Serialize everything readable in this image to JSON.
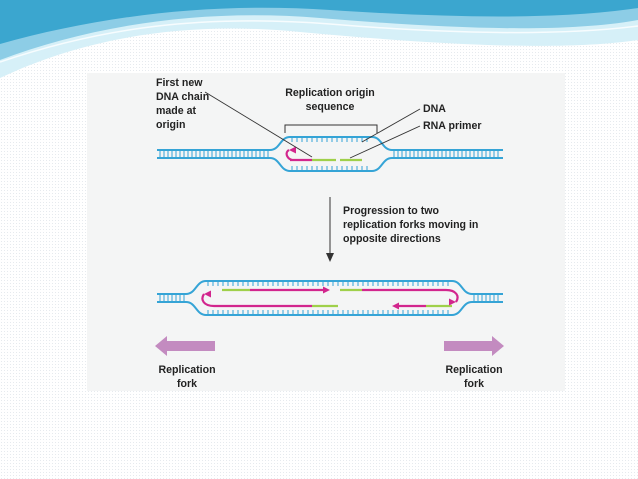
{
  "colors": {
    "dna": "#35a4d6",
    "rna_primer": "#9fd04a",
    "new_chain": "#d2268d",
    "fork_arrow": "#c38bc0",
    "label_text": "#222222",
    "header_blue": "#3ba6cf",
    "header_light": "#bfe6f3"
  },
  "labels": {
    "first_new_chain": [
      "First new",
      "DNA chain",
      "made at",
      "origin"
    ],
    "replication_origin": [
      "Replication origin",
      "sequence"
    ],
    "dna": "DNA",
    "rna_primer": "RNA primer",
    "progression": [
      "Progression to two",
      "replication forks moving in",
      "opposite directions"
    ],
    "fork_left": [
      "Replication",
      "fork"
    ],
    "fork_right": [
      "Replication",
      "fork"
    ]
  },
  "icons": {
    "left_fork_arrow": "arrow-left-icon",
    "right_fork_arrow": "arrow-right-icon",
    "process_arrow": "arrow-down-icon"
  }
}
